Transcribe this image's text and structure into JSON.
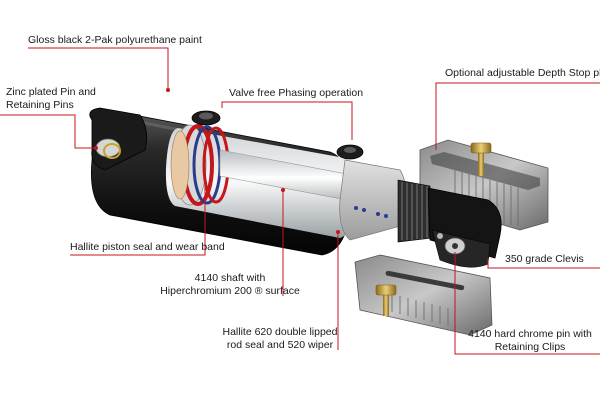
{
  "diagram": {
    "leader_color": "#c4161c",
    "labels": {
      "paint": "Gloss black 2-Pak polyurethane paint",
      "zinc_pin": "Zinc plated Pin and Retaining Pins",
      "valve": "Valve free Phasing operation",
      "depth_stop": "Optional adjustable Depth Stop plates",
      "piston_seal": "Hallite piston seal and wear band",
      "shaft_line1": "4140 shaft with",
      "shaft_line2": "Hiperchromium 200 ® surface",
      "clevis": "350 grade Clevis",
      "rod_seal_line1": "Hallite 620 double lipped",
      "rod_seal_line2": "rod seal and 520 wiper",
      "chrome_pin_line1": "4140 hard chrome pin with",
      "chrome_pin_line2": "Retaining Clips"
    }
  }
}
